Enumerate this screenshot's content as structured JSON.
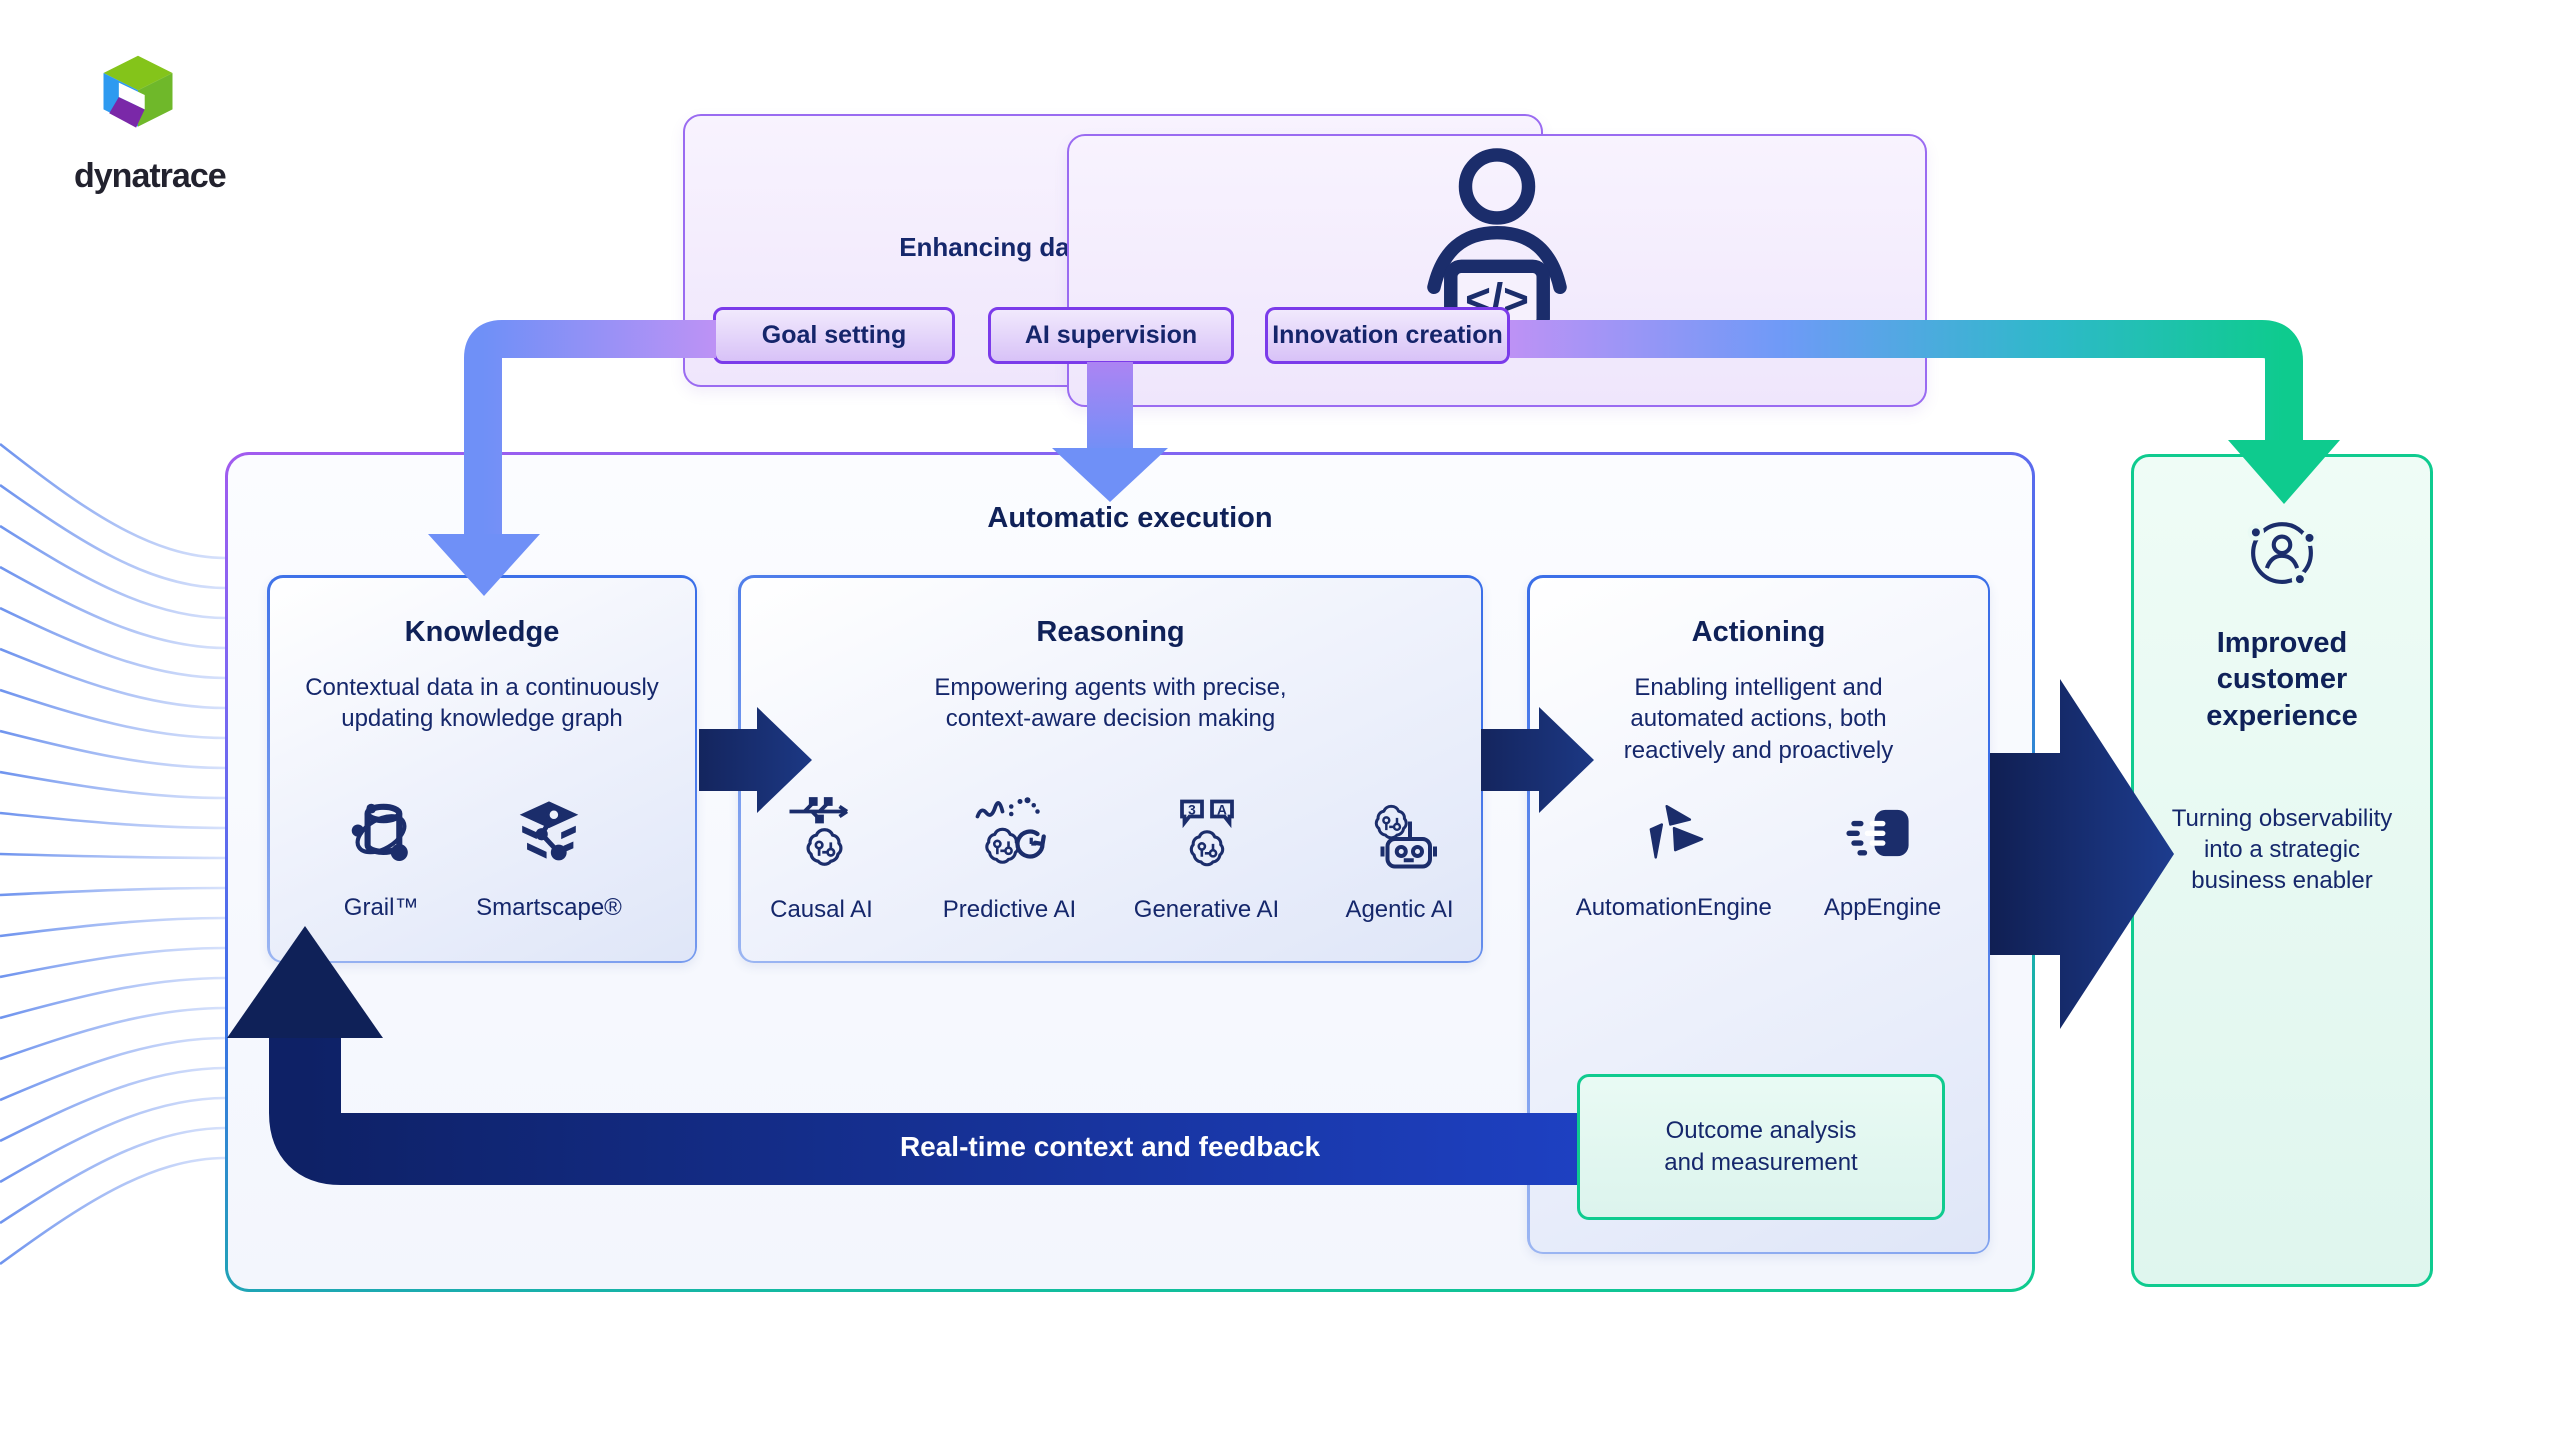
{
  "brand": {
    "name": "dynatrace"
  },
  "colors": {
    "navy_text": "#15276B",
    "dark_arrow_navy": "#13255E",
    "purple_border": "#7B3BEA",
    "panel_purple": "#9A6BF1",
    "blue_border": "#3B6FE8",
    "arrow_blue": "#6F90F7",
    "green": "#0FCB8F",
    "feedback_blue": "#1E41C4"
  },
  "oversight": {
    "title": "Enhancing day-to-day productivity",
    "icon": "person-laptop-icon",
    "buttons": [
      {
        "label": "Goal setting"
      },
      {
        "label": "AI supervision"
      },
      {
        "label": "Innovation creation"
      }
    ]
  },
  "execution": {
    "title": "Automatic execution"
  },
  "knowledge": {
    "title": "Knowledge",
    "description": "Contextual data in a continuously\nupdating knowledge graph",
    "items": [
      {
        "label": "Grail™",
        "icon": "grail-icon"
      },
      {
        "label": "Smartscape®",
        "icon": "smartscape-icon"
      }
    ]
  },
  "reasoning": {
    "title": "Reasoning",
    "description": "Empowering agents with precise,\ncontext-aware decision making",
    "items": [
      {
        "label": "Causal AI",
        "icon": "causal-ai-icon"
      },
      {
        "label": "Predictive AI",
        "icon": "predictive-ai-icon"
      },
      {
        "label": "Generative AI",
        "icon": "generative-ai-icon"
      },
      {
        "label": "Agentic AI",
        "icon": "agentic-ai-icon"
      }
    ]
  },
  "actioning": {
    "title": "Actioning",
    "description": "Enabling intelligent and\nautomated actions, both\nreactively and proactively",
    "items": [
      {
        "label": "AutomationEngine",
        "icon": "automationengine-icon"
      },
      {
        "label": "AppEngine",
        "icon": "appengine-icon"
      }
    ],
    "outcome_box": {
      "label": "Outcome analysis\nand measurement"
    }
  },
  "feedback": {
    "label": "Real-time context and feedback"
  },
  "customer": {
    "title": "Improved\ncustomer\nexperience",
    "description": "Turning observability\ninto a strategic\nbusiness enabler",
    "icon": "customer-network-icon"
  }
}
